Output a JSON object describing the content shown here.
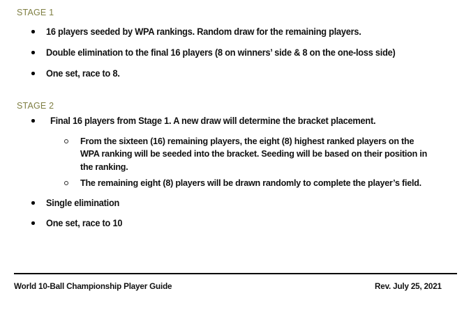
{
  "document": {
    "background_color": "#ffffff",
    "heading_color": "#7f7f43",
    "body_color": "#111111"
  },
  "sections": [
    {
      "heading": "STAGE 1",
      "items": [
        {
          "level": 1,
          "marker": "disc",
          "text": "16 players seeded by WPA rankings. Random draw for the remaining players."
        },
        {
          "level": 1,
          "marker": "disc",
          "text": "Double elimination to the final 16 players (8 on winners’ side & 8 on the one-loss side)"
        },
        {
          "level": 1,
          "marker": "disc",
          "text": "One set, race to 8."
        }
      ]
    },
    {
      "heading": "STAGE 2",
      "items": [
        {
          "level": 1,
          "marker": "disc",
          "text": "Final 16 players from Stage 1. A new draw will determine the bracket placement."
        },
        {
          "level": 2,
          "marker": "circle",
          "text": "From the sixteen (16) remaining players, the eight (8) highest ranked players on the WPA ranking will be seeded into the bracket. Seeding will be based on their position in the ranking."
        },
        {
          "level": 2,
          "marker": "circle",
          "text": "The remaining eight (8) players will be drawn randomly to complete the player’s field."
        },
        {
          "level": 1,
          "marker": "disc",
          "text": "Single elimination"
        },
        {
          "level": 1,
          "marker": "disc",
          "text": "One set, race to 10"
        }
      ]
    }
  ],
  "footer": {
    "left_text": "World 10-Ball Championship Player Guide",
    "right_text": "Rev. July 25, 2021"
  }
}
